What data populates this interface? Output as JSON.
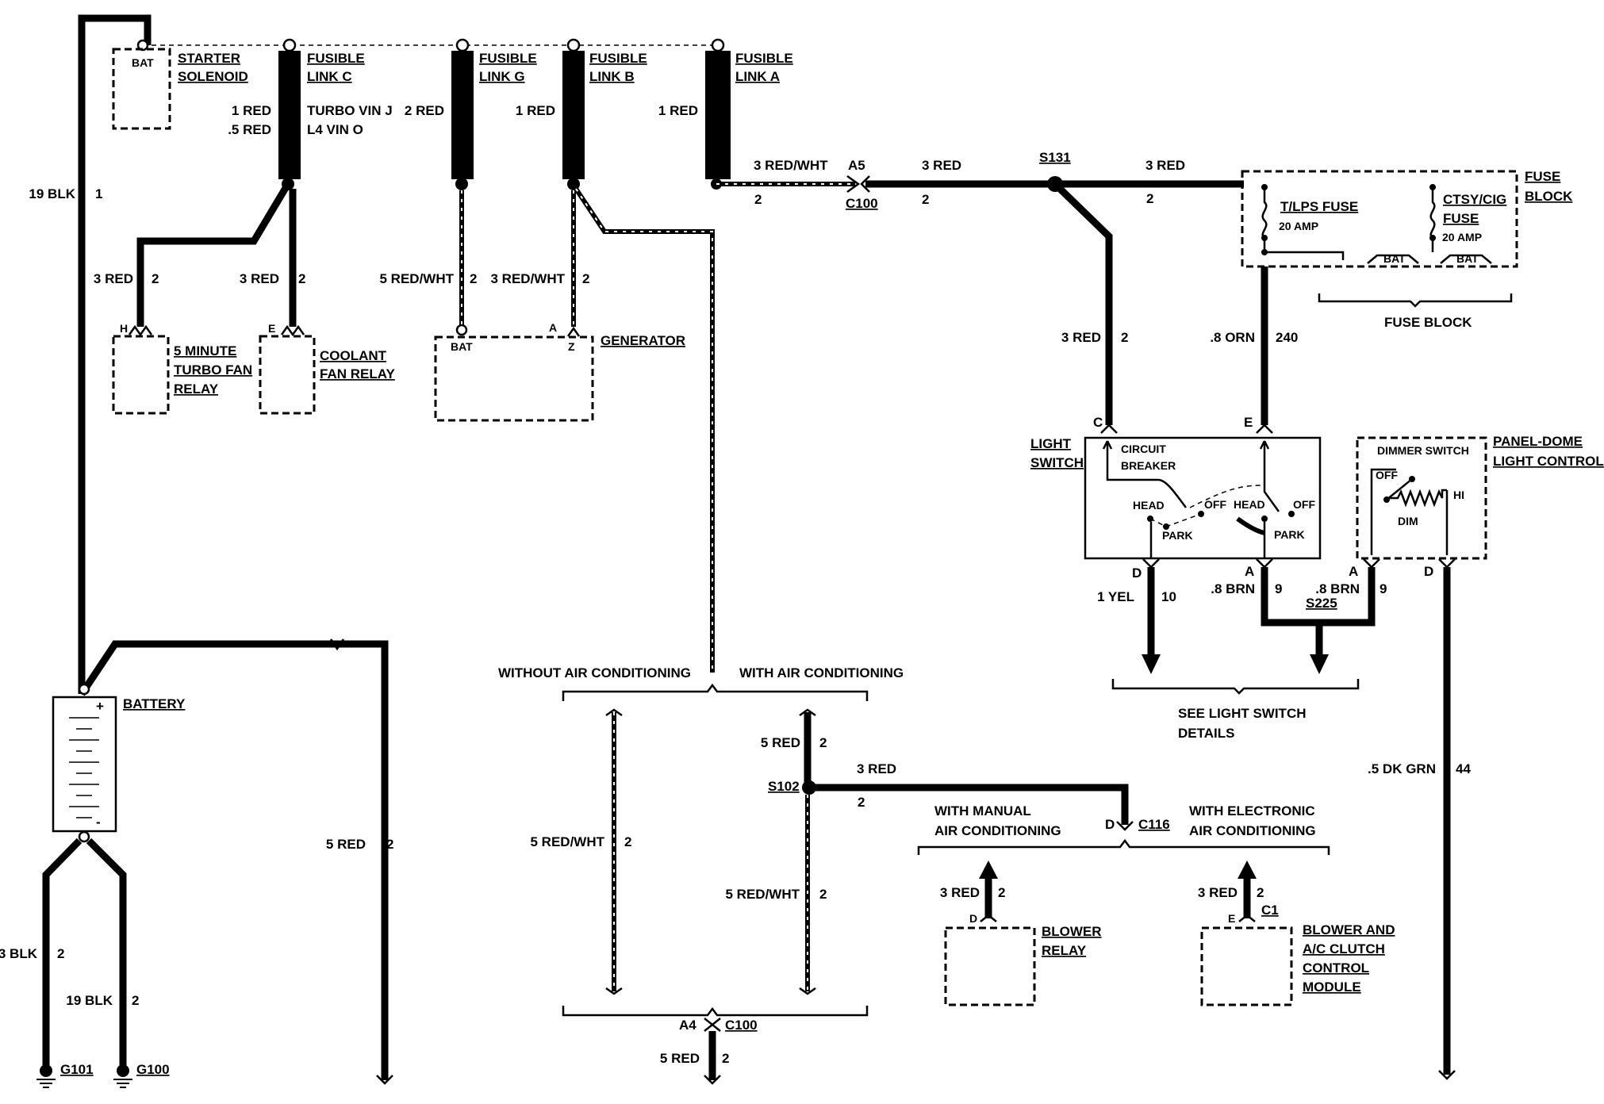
{
  "components": {
    "starter_solenoid": {
      "name": "STARTER\nSOLENOID",
      "terminal": "BAT"
    },
    "fusible_link_c": {
      "name": "FUSIBLE\nLINK C",
      "sizes": "1 RED\n.5 RED",
      "note": "TURBO VIN J\nL4 VIN O"
    },
    "fusible_link_g": {
      "name": "FUSIBLE\nLINK G",
      "size": "2 RED"
    },
    "fusible_link_b": {
      "name": "FUSIBLE\nLINK B",
      "size": "1 RED"
    },
    "fusible_link_a": {
      "name": "FUSIBLE\nLINK A",
      "size": "1 RED"
    },
    "turbo_fan_relay": {
      "name": "5 MINUTE\nTURBO FAN\nRELAY",
      "terminal": "H"
    },
    "coolant_fan_relay": {
      "name": "COOLANT\nFAN RELAY",
      "terminal": "E"
    },
    "generator": {
      "name": "GENERATOR",
      "bat": "BAT",
      "z": "Z",
      "pin": "A"
    },
    "fuse_block": {
      "name": "FUSE\nBLOCK",
      "caption": "FUSE BLOCK",
      "fuse1": "T/LPS FUSE",
      "fuse1_amp": "20 AMP",
      "fuse2": "CTSY/CIG\nFUSE",
      "fuse2_amp": "20 AMP",
      "bat": "BAT"
    },
    "light_switch": {
      "name": "LIGHT\nSWITCH",
      "breaker": "CIRCUIT\nBREAKER",
      "head": "HEAD",
      "off": "OFF",
      "park": "PARK",
      "pins": [
        "C",
        "E",
        "D",
        "A"
      ]
    },
    "panel_dome": {
      "name": "PANEL-DOME\nLIGHT CONTROL",
      "dimmer": "DIMMER SWITCH",
      "off": "OFF",
      "hi": "HI",
      "dim": "DIM",
      "pins": [
        "A",
        "D"
      ]
    },
    "battery": {
      "name": "BATTERY",
      "plus": "+",
      "minus": "-"
    },
    "blower_relay": {
      "name": "BLOWER\nRELAY",
      "pin": "D"
    },
    "blower_module": {
      "name": "BLOWER AND\nA/C CLUTCH\nCONTROL\nMODULE",
      "pin": "E",
      "conn": "C1"
    }
  },
  "wires": {
    "w_19blk_top": {
      "size": "19 BLK",
      "circuit": "1"
    },
    "w_turbo": {
      "size": "3 RED",
      "circuit": "2"
    },
    "w_coolant": {
      "size": "3 RED",
      "circuit": "2"
    },
    "w_gen_bat": {
      "size": "5 RED/WHT",
      "circuit": "2"
    },
    "w_gen_z": {
      "size": "3 RED/WHT",
      "circuit": "2"
    },
    "w_a5": {
      "size": "3 RED/WHT",
      "circuit": "2",
      "pin": "A5",
      "conn": "C100"
    },
    "w_s131": {
      "size": "3 RED",
      "circuit": "2",
      "splice": "S131"
    },
    "w_fuse_feed": {
      "size": "3 RED",
      "circuit": "2"
    },
    "w_switch_c": {
      "size": "3 RED",
      "circuit": "2"
    },
    "w_orn": {
      "size": ".8 ORN",
      "circuit": "240"
    },
    "w_yel": {
      "size": "1 YEL",
      "circuit": "10"
    },
    "w_brn1": {
      "size": ".8 BRN",
      "circuit": "9"
    },
    "w_brn2": {
      "size": ".8 BRN",
      "circuit": "9",
      "splice": "S225"
    },
    "w_dkgrn": {
      "size": ".5 DK GRN",
      "circuit": "44"
    },
    "w_5red_batt": {
      "size": "5 RED",
      "circuit": "2"
    },
    "w_3blk": {
      "size": "3 BLK",
      "circuit": "2"
    },
    "w_19blk_bot": {
      "size": "19 BLK",
      "circuit": "2"
    },
    "w_noac": {
      "size": "5 RED/WHT",
      "circuit": "2"
    },
    "w_ac_top": {
      "size": "5 RED",
      "circuit": "2"
    },
    "w_s102": {
      "size": "3 RED",
      "circuit": "2",
      "splice": "S102"
    },
    "w_ac_bot": {
      "size": "5 RED/WHT",
      "circuit": "2"
    },
    "w_a4": {
      "size": "5 RED",
      "circuit": "2",
      "pin": "A4",
      "conn": "C100"
    },
    "w_c116": {
      "pin": "D",
      "conn": "C116"
    },
    "w_blower_relay": {
      "size": "3 RED",
      "circuit": "2"
    },
    "w_blower_mod": {
      "size": "3 RED",
      "circuit": "2"
    }
  },
  "grounds": {
    "g101": "G101",
    "g100": "G100"
  },
  "options": {
    "without_ac": "WITHOUT AIR CONDITIONING",
    "with_ac": "WITH AIR CONDITIONING",
    "manual_ac": "WITH MANUAL\nAIR CONDITIONING",
    "electronic_ac": "WITH ELECTRONIC\nAIR CONDITIONING"
  },
  "see_details": "SEE LIGHT SWITCH\nDETAILS"
}
